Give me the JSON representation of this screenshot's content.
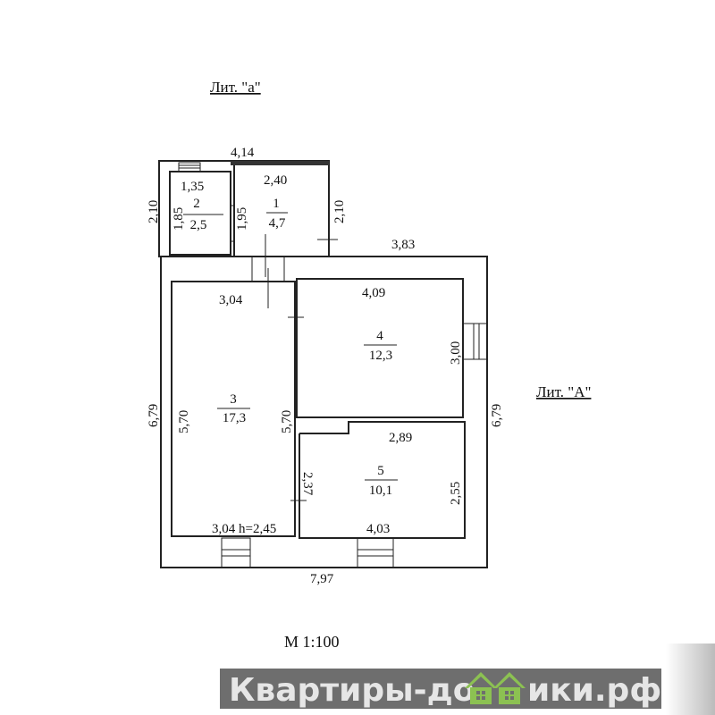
{
  "labels": {
    "lit_a_small": "Лит. \"а\"",
    "lit_a_big": "Лит. \"А\"",
    "scale": "М 1:100"
  },
  "dimensions": {
    "annex_width": "4,14",
    "annex_height_left": "2,10",
    "annex_height_right": "2,10",
    "room2_width": "1,35",
    "room2_height": "1,85",
    "room1_width": "2,40",
    "room1_height": "1,95",
    "main_right_top": "3,83",
    "main_left_height": "6,79",
    "main_right_height": "6,79",
    "main_bottom": "7,97",
    "room3_top": "3,04",
    "room3_height_left": "5,70",
    "room3_height_right": "5,70",
    "room3_bottom": "3,04 h=2,45",
    "room4_top": "4,09",
    "room4_height": "3,00",
    "room5_top": "2,89",
    "room5_height_left": "2,37",
    "room5_height_right": "2,55",
    "room5_bottom": "4,03"
  },
  "rooms": [
    {
      "number": "1",
      "area": "4,7"
    },
    {
      "number": "2",
      "area": "2,5"
    },
    {
      "number": "3",
      "area": "17,3"
    },
    {
      "number": "4",
      "area": "12,3"
    },
    {
      "number": "5",
      "area": "10,1"
    }
  ],
  "watermark": {
    "prefix": "Квартиры-до",
    "suffix": "ики.рф",
    "full_text": "Квартиры-домики.рф",
    "logo_color": "#8cc152",
    "bg_color": "#6e6e6e"
  }
}
